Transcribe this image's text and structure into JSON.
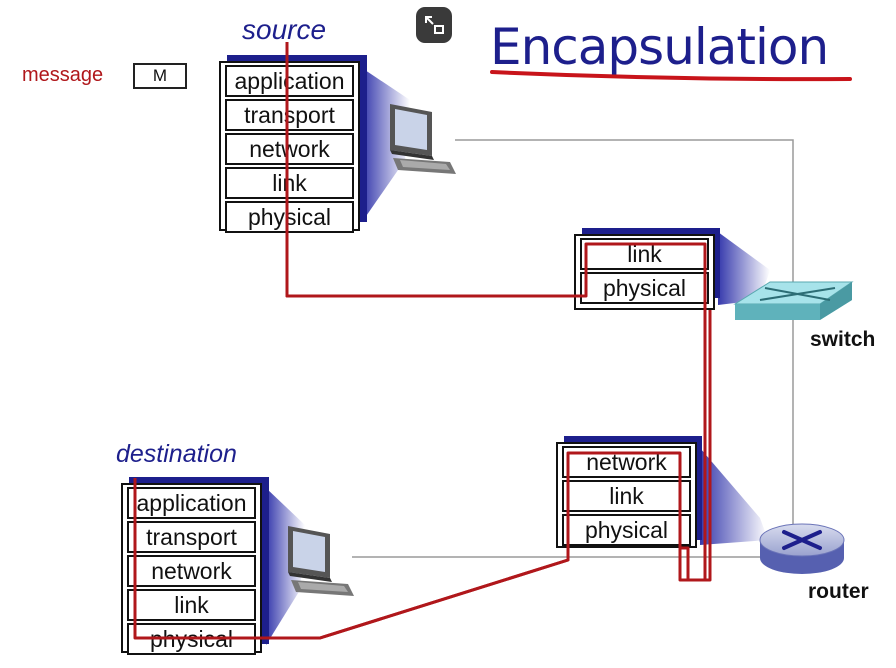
{
  "title": "Encapsulation",
  "message": {
    "label": "message",
    "box": "M"
  },
  "source": {
    "label": "source",
    "layers": [
      "application",
      "transport",
      "network",
      "link",
      "physical"
    ]
  },
  "destination": {
    "label": "destination",
    "layers": [
      "application",
      "transport",
      "network",
      "link",
      "physical"
    ]
  },
  "switch": {
    "label": "switch",
    "layers": [
      "link",
      "physical"
    ]
  },
  "router": {
    "label": "router",
    "layers": [
      "network",
      "link",
      "physical"
    ]
  },
  "colors": {
    "title": "#1d1f8c",
    "path": "#b0171b",
    "accent": "#1d1f8c",
    "switch": "#7fd0d8"
  },
  "icons": [
    "computer-icon",
    "switch-icon",
    "router-icon",
    "exit-fullscreen-icon"
  ]
}
